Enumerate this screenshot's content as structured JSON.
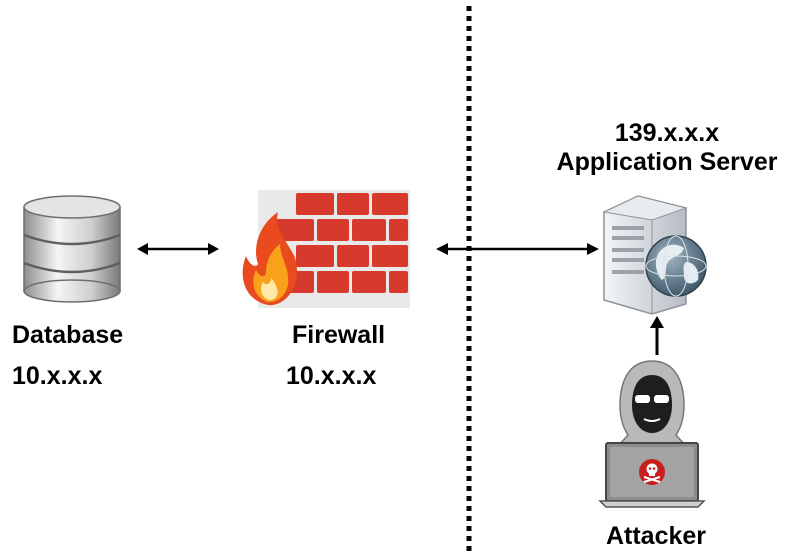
{
  "nodes": {
    "database": {
      "name": "Database",
      "ip": "10.x.x.x",
      "icon": "database-icon"
    },
    "firewall": {
      "name": "Firewall",
      "ip": "10.x.x.x",
      "icon": "firewall-icon"
    },
    "app_server": {
      "ip": "139.x.x.x",
      "name": "Application Server",
      "icon": "server-globe-icon"
    },
    "attacker": {
      "name": "Attacker",
      "icon": "hacker-laptop-icon"
    }
  },
  "colors": {
    "brick": "#d63a2c",
    "brick_mortar": "#e9e9e9",
    "flame_outer": "#e94b1f",
    "flame_inner": "#f9a11b",
    "flame_core": "#ffe9a8",
    "server_body": "#d9dde3",
    "globe": "#5d7586",
    "hood": "#b9b9b9",
    "skull_badge": "#c81e1e"
  }
}
